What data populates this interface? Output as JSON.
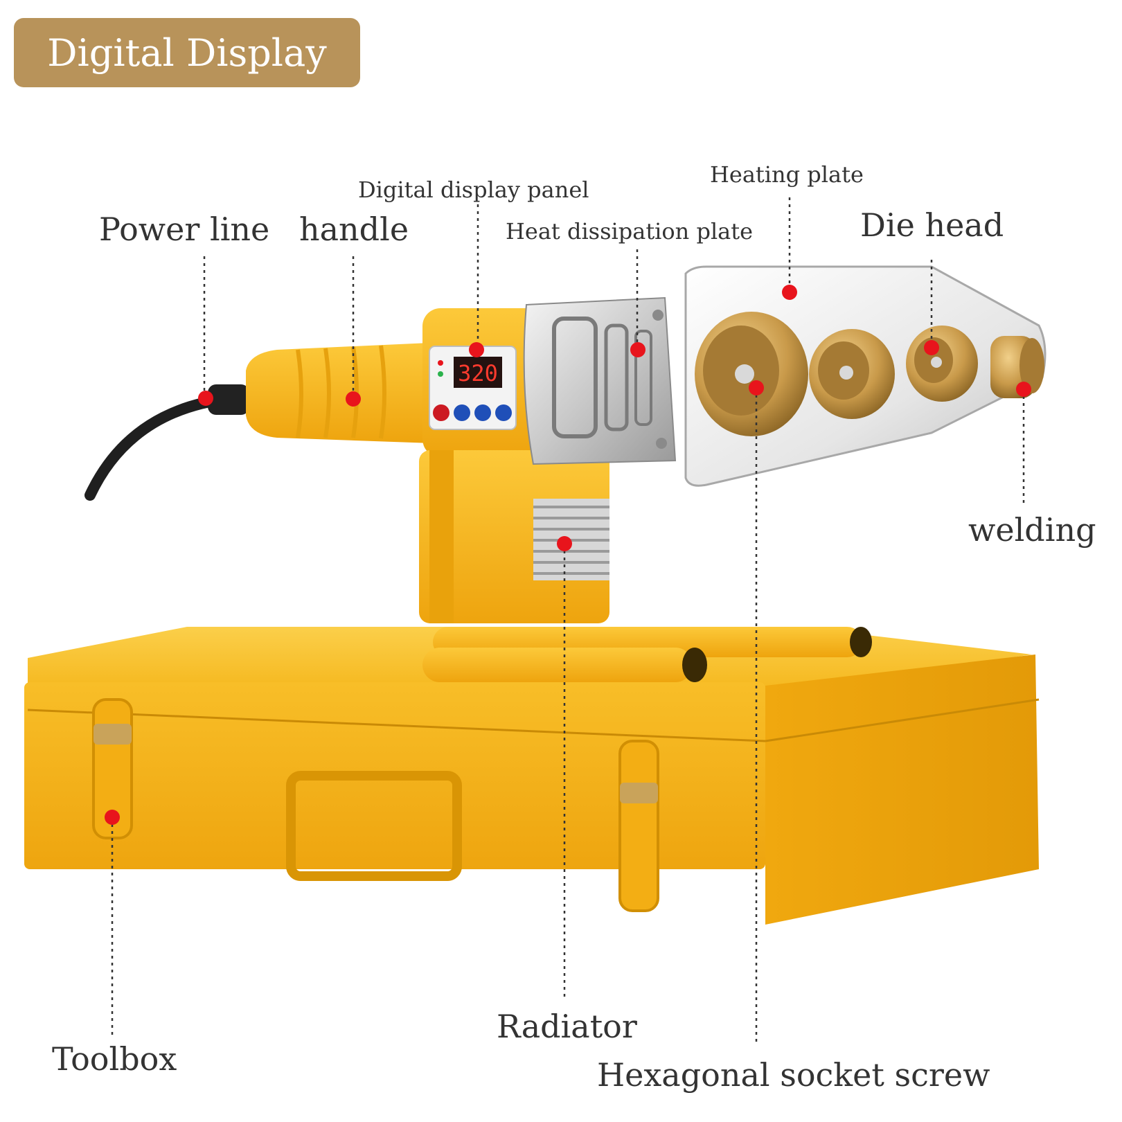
{
  "header": {
    "badge_text": "Digital Display"
  },
  "labels": {
    "power_line": "Power line",
    "handle": "handle",
    "digital_display_panel": "Digital display panel",
    "heat_dissipation_plate": "Heat dissipation plate",
    "heating_plate": "Heating plate",
    "die_head": "Die head",
    "welding": "welding",
    "toolbox": "Toolbox",
    "radiator": "Radiator",
    "hexagonal_socket_screw": "Hexagonal socket screw"
  },
  "display": {
    "readout": "320"
  },
  "colors": {
    "badge": "#b8935a",
    "tool_yellow": "#f7b21a",
    "case_yellow": "#f5b519",
    "marker_red": "#e8141c",
    "brass": "#c99a4a",
    "button_blue": "#1f4fb8",
    "button_red": "#cc1a22"
  }
}
